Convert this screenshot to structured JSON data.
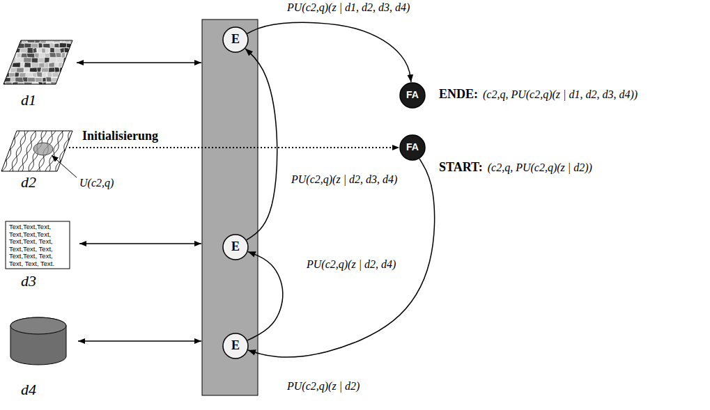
{
  "diagram": {
    "nodes": [
      {
        "text": [
          "E"
        ]
      },
      {
        "text": [
          "FA"
        ]
      },
      {
        "text": [
          "FA"
        ]
      },
      {
        "text": [
          "E"
        ]
      },
      {
        "text": [
          "E"
        ]
      }
    ],
    "edges": [
      {
        "from": 0,
        "to": 1,
        "arrow": "to",
        "label": "PU(c2,q)(z | d1, d2, d3, d4)"
      },
      {
        "from": 3,
        "to": 0,
        "arrow": "to",
        "label": "PU(c2,q)(z | d2, d3, d4)"
      },
      {
        "from": 4,
        "to": 3,
        "arrow": "to",
        "label": "PU(c2,q)(z | d2, d4)"
      },
      {
        "from": 2,
        "to": 4,
        "arrow": "to",
        "label": "PU(c2,q)(z | d2)"
      }
    ],
    "labels": [
      "d1",
      "Initialisierung",
      "d2",
      "U(c2,q)",
      "Text,Text,Text,",
      "Text,Text,Text,",
      "Text,Text, Text,",
      "Text,Text, Text,",
      "Text,Text, Text,",
      "Text, Text, Text.",
      "d3",
      "d4",
      "ENDE:",
      "(c2,q, PU(c2,q)(z | d1, d2, d3, d4))",
      "START:",
      "(c2,q, PU(c2,q)(z | d2))"
    ]
  }
}
